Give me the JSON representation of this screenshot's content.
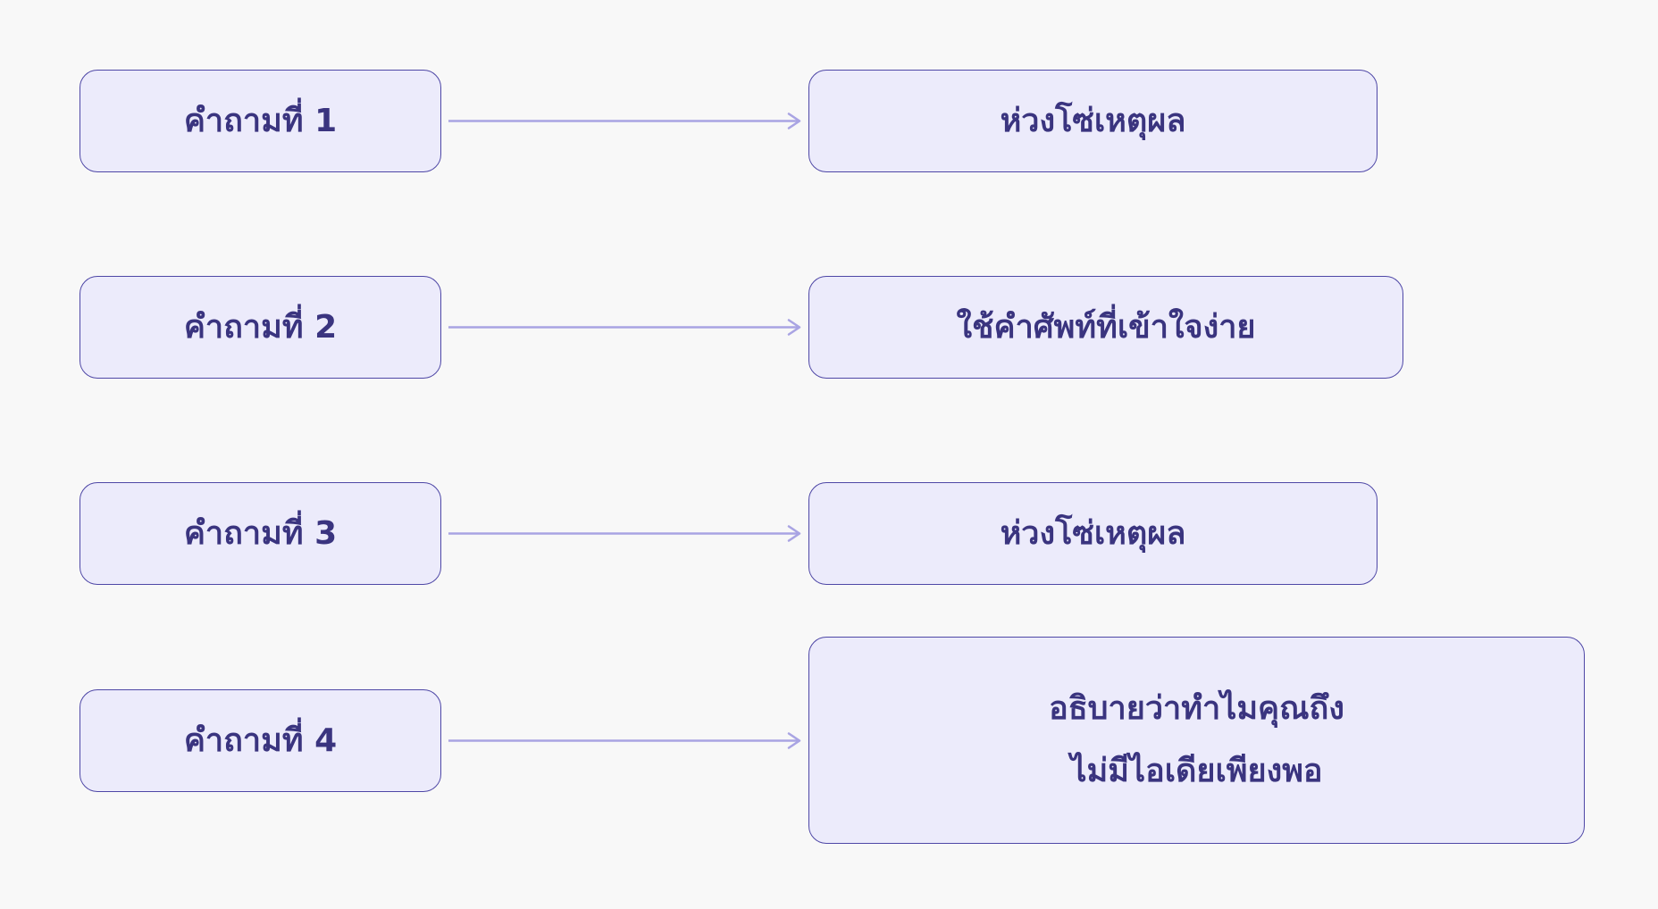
{
  "colors": {
    "background": "#f8f8f8",
    "node_fill": "#ecebfb",
    "node_border": "#4e47a6",
    "text": "#3a347f",
    "arrow": "#a9a4e3"
  },
  "questions": [
    {
      "label": "คำถามที่ 1"
    },
    {
      "label": "คำถามที่ 2"
    },
    {
      "label": "คำถามที่ 3"
    },
    {
      "label": "คำถามที่ 4"
    }
  ],
  "answers": [
    {
      "label": "ห่วงโซ่เหตุผล"
    },
    {
      "label": "ใช้คำศัพท์ที่เข้าใจง่าย"
    },
    {
      "label": "ห่วงโซ่เหตุผล"
    },
    {
      "label": "อธิบายว่าทำไมคุณถึง\nไม่มีไอเดียเพียงพอ"
    }
  ]
}
